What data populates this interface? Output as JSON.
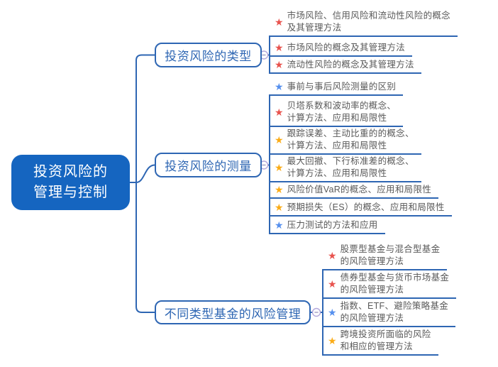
{
  "title": "投资风险的管理与控制思维导图",
  "colors": {
    "red_star": "#E8534E",
    "blue_star": "#5690EE",
    "yellow_star": "#FBAC17",
    "line_blue": "#2E66B3",
    "root_background": "#1565C0",
    "child_text": "#595959"
  },
  "icons": {
    "star": "★",
    "collapse": "−"
  },
  "root": {
    "label": "投资风险的\n管理与控制"
  },
  "branches": [
    {
      "label": "投资风险的类型",
      "children": [
        {
          "star": "red",
          "text": "市场风险、信用风险和流动性风险的概念\n及其管理方法"
        },
        {
          "star": "red",
          "text": "市场风险的概念及其管理方法"
        },
        {
          "star": "red",
          "text": "流动性风险的概念及其管理方法"
        }
      ]
    },
    {
      "label": "投资风险的测量",
      "children": [
        {
          "star": "blue",
          "text": "事前与事后风险测量的区别"
        },
        {
          "star": "red",
          "text": "贝塔系数和波动率的概念、\n计算方法、应用和局限性"
        },
        {
          "star": "yellow",
          "text": "跟踪误差、主动比重的的概念、\n计算方法、应用和局限性"
        },
        {
          "star": "yellow",
          "text": "最大回撤、下行标准差的概念、\n计算方法、应用和局限性"
        },
        {
          "star": "yellow",
          "text": "风险价值VaR的概念、应用和局限性"
        },
        {
          "star": "yellow",
          "text": "预期损失（ES）的概念、应用和局限性"
        },
        {
          "star": "blue",
          "text": "压力测试的方法和应用"
        }
      ]
    },
    {
      "label": "不同类型基金的风险管理",
      "children": [
        {
          "star": "red",
          "text": "股票型基金与混合型基金\n的风险管理方法"
        },
        {
          "star": "red",
          "text": "债券型基金与货币市场基金\n的风险管理方法"
        },
        {
          "star": "blue",
          "text": "指数、ETF、避险策略基金\n的风险管理方法"
        },
        {
          "star": "yellow",
          "text": "跨境投资所面临的风险\n和相应的管理方法"
        }
      ]
    }
  ]
}
